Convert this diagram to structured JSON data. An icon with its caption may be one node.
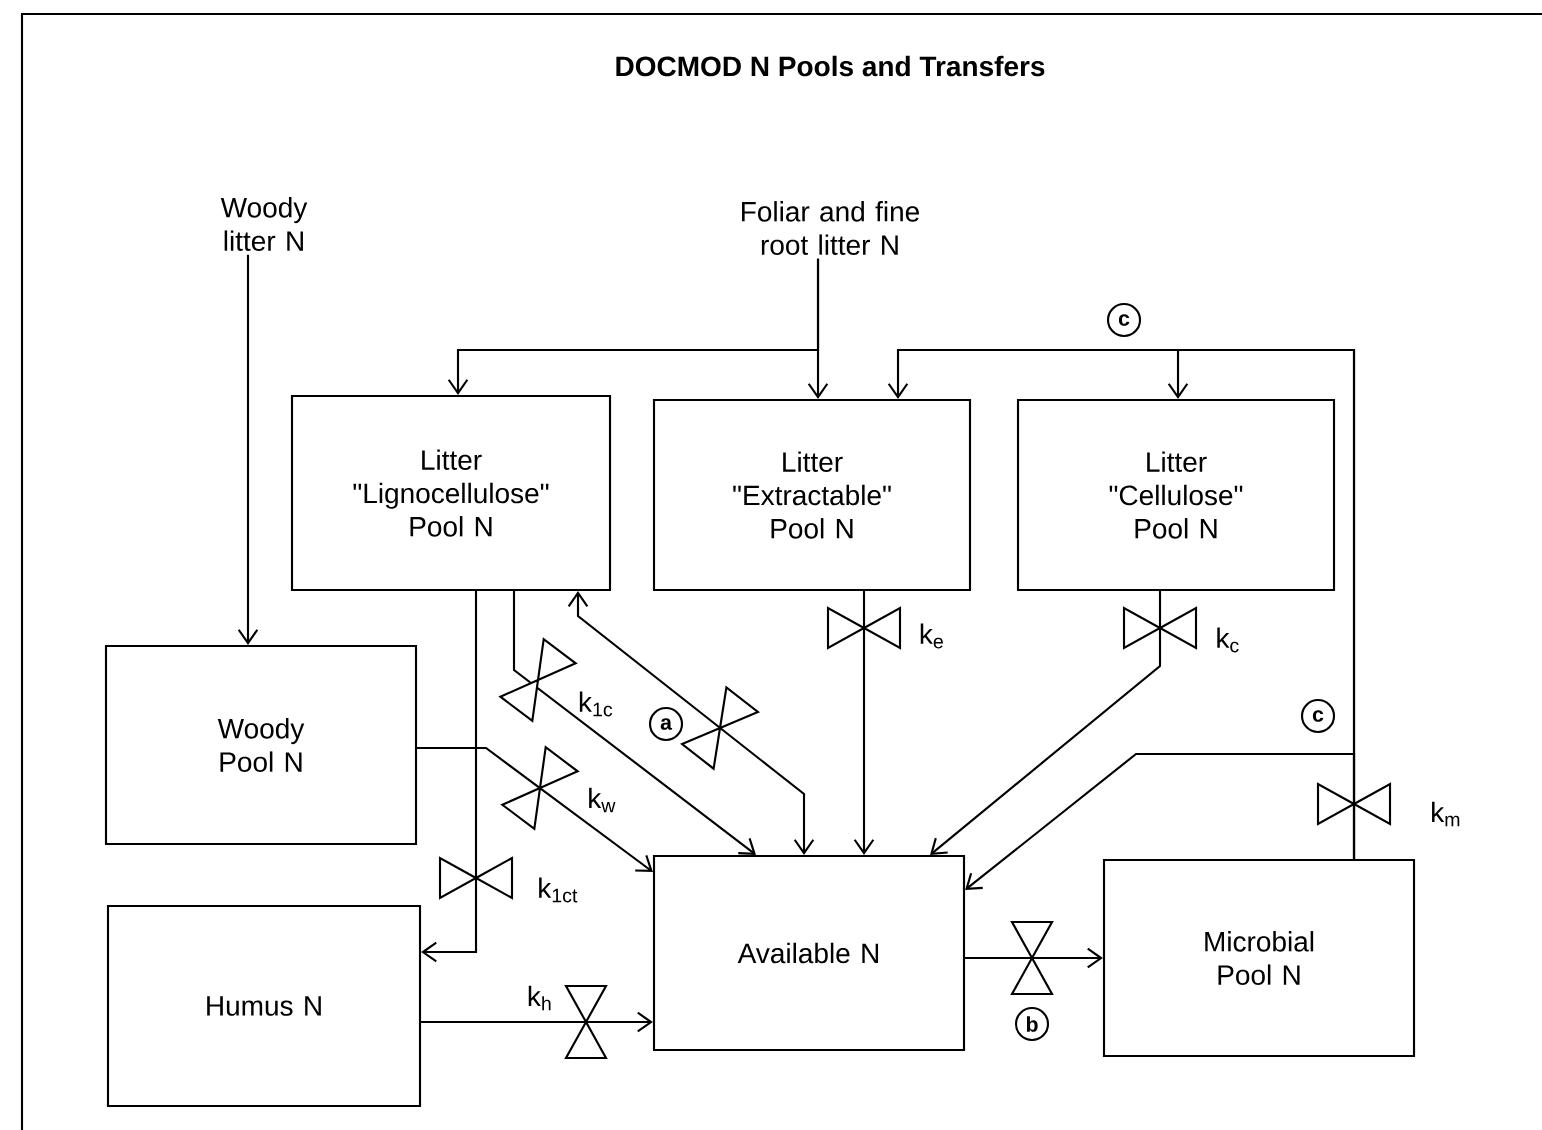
{
  "diagram": {
    "title": "DOCMOD  N Pools and Transfers",
    "nodes": [
      {
        "text": [
          "Woody litter N"
        ]
      },
      {
        "text": [
          "Foliar and fine root litter N"
        ]
      },
      {
        "text": [
          "Litter \"Lignocellulose\" Pool N"
        ]
      },
      {
        "text": [
          "Litter \"Extractable\" Pool N"
        ]
      },
      {
        "text": [
          "Litter \"Cellulose\" Pool N"
        ]
      },
      {
        "text": [
          "Woody Pool N"
        ]
      },
      {
        "text": [
          "Humus N"
        ]
      },
      {
        "text": [
          "Available N"
        ]
      },
      {
        "text": [
          "Microbial Pool N"
        ]
      }
    ],
    "edges": [
      {
        "from": 0,
        "to": 5,
        "arrow": "to"
      },
      {
        "from": 1,
        "to": 2,
        "arrow": "to"
      },
      {
        "from": 1,
        "to": 3,
        "arrow": "to"
      },
      {
        "from": 8,
        "to": 4,
        "arrow": "to"
      },
      {
        "from": 8,
        "to": 3,
        "arrow": "to"
      },
      {
        "from": 2,
        "to": 7,
        "arrow": "to"
      },
      {
        "from": 2,
        "to": 7,
        "arrow": "both"
      },
      {
        "from": 5,
        "to": 7,
        "arrow": "to"
      },
      {
        "from": 3,
        "to": 7,
        "arrow": "to"
      },
      {
        "from": 4,
        "to": 7,
        "arrow": "to"
      },
      {
        "from": 2,
        "to": 6,
        "arrow": "to"
      },
      {
        "from": 8,
        "to": 7,
        "arrow": "to"
      },
      {
        "from": 6,
        "to": 7,
        "arrow": "to"
      },
      {
        "from": 7,
        "to": 8,
        "arrow": "to"
      }
    ],
    "labels": [
      "c",
      "k$_{e}$",
      "k$_{c}$",
      "k$_{1c}$",
      "c",
      "a",
      "k$_{w}$",
      "k$_{m}$",
      "k$_{1ct}$",
      "k$_{h}$",
      "b"
    ]
  }
}
